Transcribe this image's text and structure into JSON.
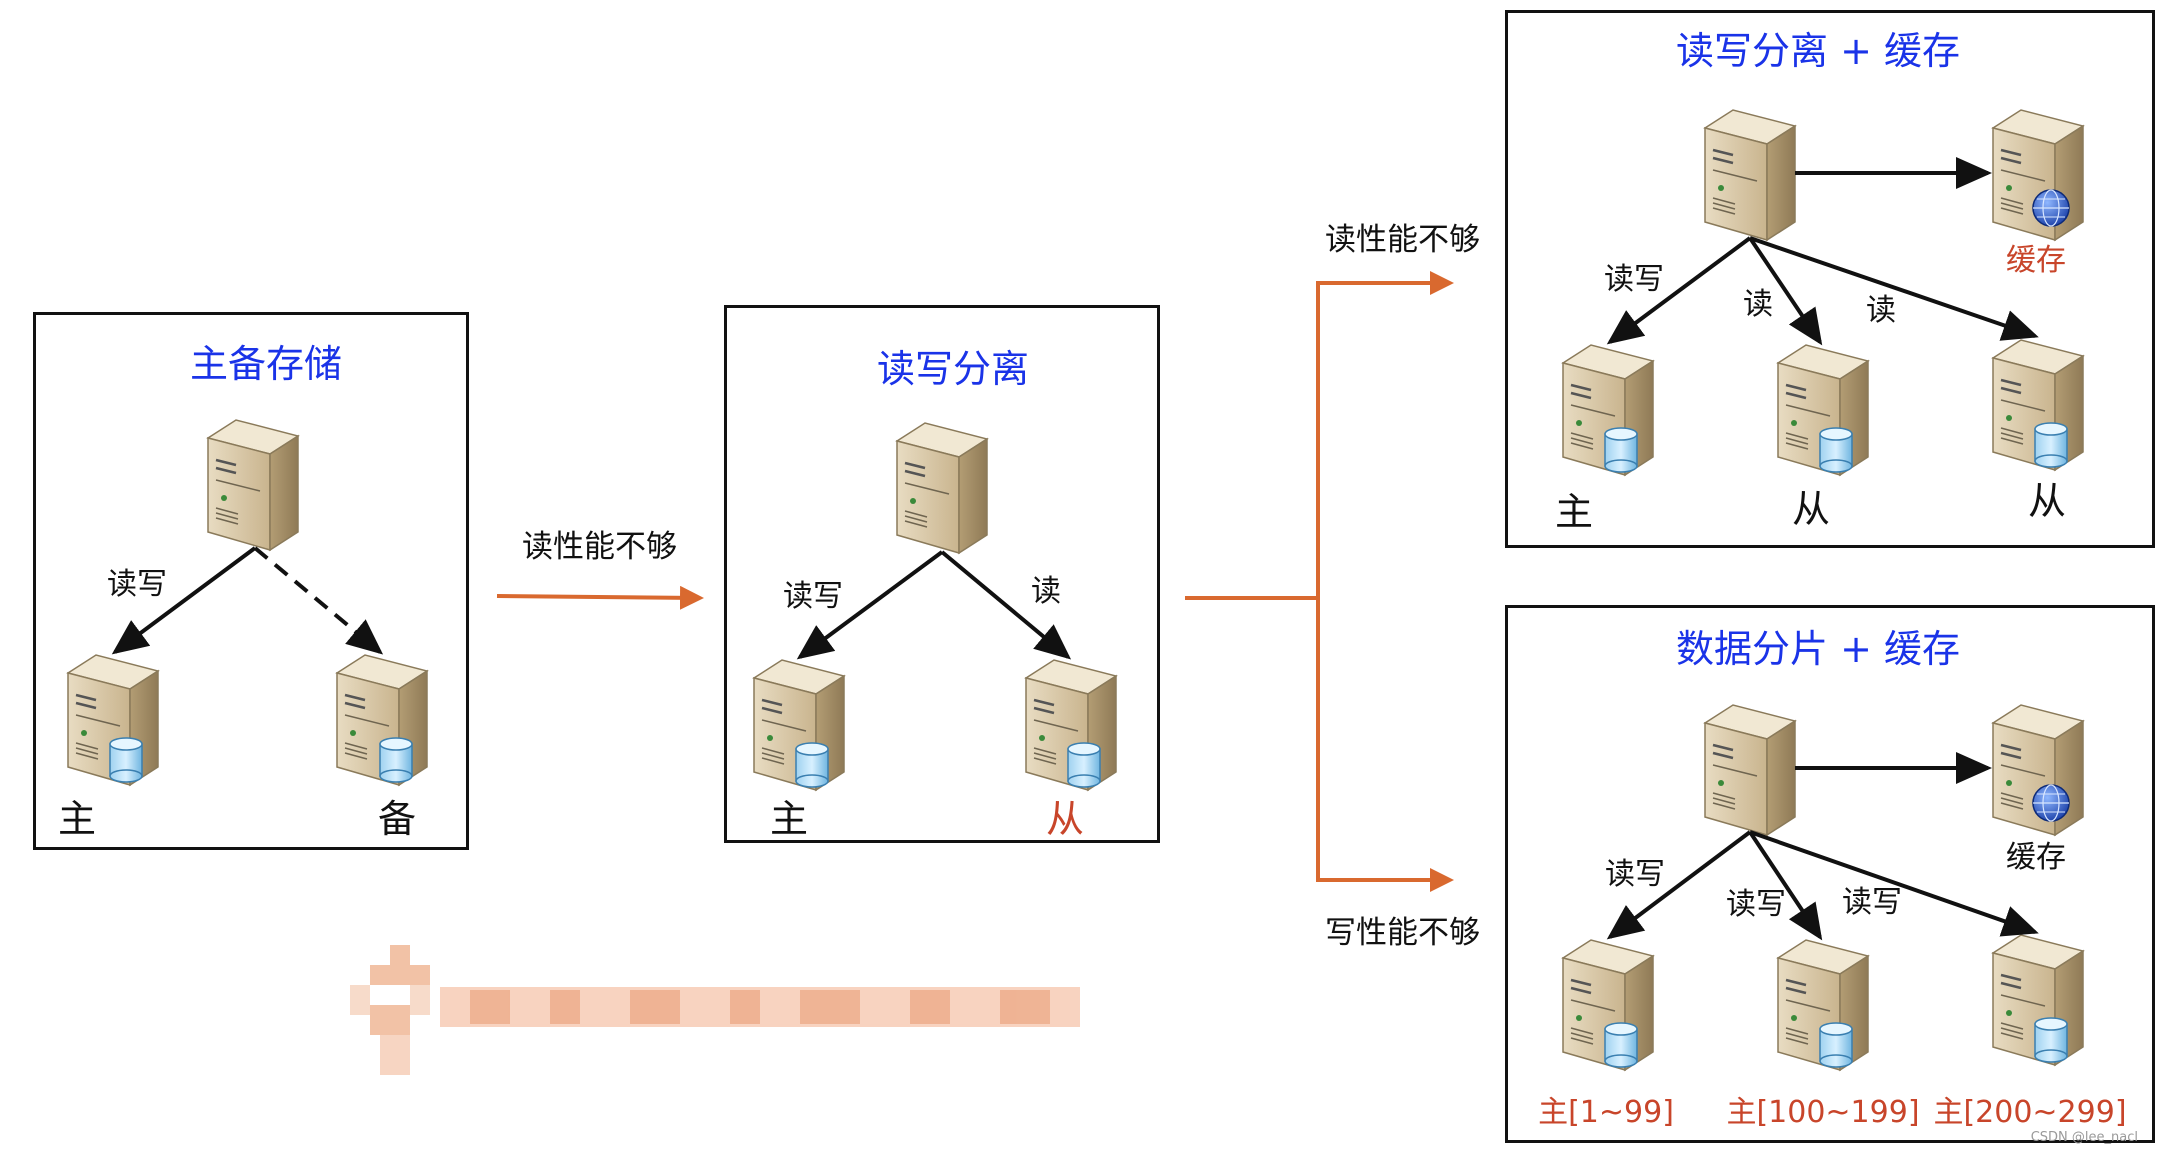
{
  "stage1": {
    "title": "主备存储",
    "edge_rw": "读写",
    "node_main": "主",
    "node_backup": "备"
  },
  "transition1": "读性能不够",
  "stage2": {
    "title": "读写分离",
    "edge_rw": "读写",
    "edge_r": "读",
    "node_main": "主",
    "node_slave": "从"
  },
  "branch_read": "读性能不够",
  "branch_write": "写性能不够",
  "stage3a": {
    "title": "读写分离 + 缓存",
    "cache": "缓存",
    "edge_rw": "读写",
    "edge_r1": "读",
    "edge_r2": "读",
    "node_main": "主",
    "node_slave1": "从",
    "node_slave2": "从"
  },
  "stage3b": {
    "title": "数据分片 + 缓存",
    "cache": "缓存",
    "edge_rw1": "读写",
    "edge_rw2": "读写",
    "edge_rw3": "读写",
    "shard1": "主[1~99]",
    "shard2": "主[100~199]",
    "shard3": "主[200~299]"
  },
  "watermark": "CSDN @lee_nacl",
  "colors": {
    "title_blue": "#1a33e8",
    "arrow_orange": "#d9692f",
    "label_red": "#c8452a"
  },
  "icons": [
    "server-icon",
    "database-icon",
    "globe-icon"
  ]
}
